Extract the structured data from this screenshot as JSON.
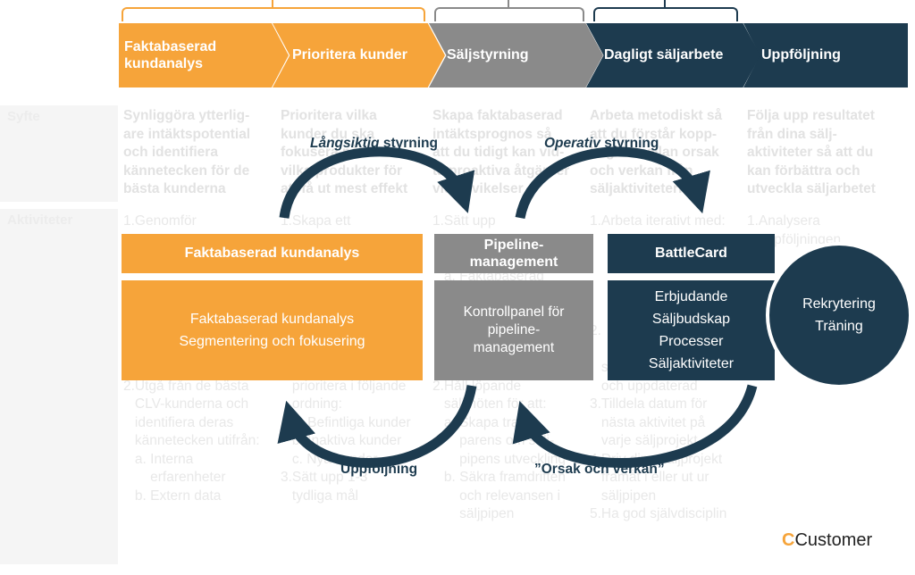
{
  "colors": {
    "orange": "#f6a43a",
    "gray": "#8a8a8a",
    "navy": "#1d3b4f",
    "faint_text": "#e8e8e8"
  },
  "phases": [
    {
      "label": "Faktabaserad\nkundanalys",
      "color": "#f6a43a"
    },
    {
      "label": "Prioritera kunder",
      "color": "#f6a43a"
    },
    {
      "label": "Säljstyrning",
      "color": "#8a8a8a"
    },
    {
      "label": "Dagligt säljarbete",
      "color": "#1d3b4f"
    },
    {
      "label": "Uppföljning",
      "color": "#1d3b4f"
    }
  ],
  "row_labels": {
    "syfte": "Syfte",
    "aktiviteter": "Aktiviteter"
  },
  "background": {
    "syfte": [
      "Synliggöra ytterlig-\nare intäktspotential\noch identifiera\nkännetecken för de\nbästa kunderna",
      "Prioritera vilka\nkunder du ska\nfokusera på med\nvilka produkter för\natt få ut mest effekt",
      "Skapa faktabaserad\nintäktsprognos så\natt du tidigt kan vid-\nta proaktiva åtgärder\nvid avvikelser",
      "Arbeta metodiskt så\natt du förstår kopp-\nlingen mellan orsak\noch verkan från\nsäljaktiviteterna",
      "Följa upp resultatet\nfrån dina sälj-\naktiviteter så att du\nkan förbättra och\nutveckla säljarbetet"
    ],
    "aktiviteter": [
      "1.Genomför\n\n   nya perspektiv:\n\n\n\n\n   c. CLV \"Customer\n       Lifetime Value\"\n2.Utgå från de bästa\n   CLV-kunderna och\n   identifiera deras\n   kännetecken utifrån:\n   a. Interna\n       erfarenheter\n   b. Extern data",
      "1.Skapa ett\n\n   snabbkab\n\n\n\n\n\n2.Använd rastret och\n   prioritera i följande\n   ordning:\n   a. Befintliga kunder\n   b. Inaktiva kunder\n   c. Nya kunder\n3.Sätt upp 1-3\n   tydliga mål",
      "1.Sätt upp\n\n\n   a. Faktabaserad\n\n\n\n\n   Kvalitet\n2.Håll löpande\n   säljmöten för att:\n   a. Skapa trans-\n       parens om sälj-\n       pipens utveckling\n   b. Säkra framdriften\n       och relevansen i\n       säljpipen",
      "1.Arbeta iterativt med:\n\n\n\n\n\n2.\n\n   säljpipe är relevant\n   och uppdaterad\n3.Tilldela datum för\n   nästa aktivitet på\n   varje säljprojekt\n4.Driv dina säljprojekt\n   framåt i eller ut ur\n   säljpipen\n5.Ha god självdisciplin",
      "1.Analysera\n   uppföljningen\n\n\n\n\n\n\n\n\n\n\n\n\n\n"
    ]
  },
  "boxes": {
    "kundanalys_title": "Faktabaserad kundanalys",
    "kundanalys_lines": [
      "Faktabaserad kundanalys",
      "Segmentering och fokusering"
    ],
    "pipeline_title": "Pipeline-\nmanagement",
    "pipeline_body": "Kontrollpanel för\npipeline-\nmanagement",
    "battlecard_title": "BattleCard",
    "battlecard_lines": [
      "Erbjudande",
      "Säljbudskap",
      "Processer",
      "Säljaktiviteter"
    ],
    "circle_lines": [
      "Rekrytering",
      "Träning"
    ]
  },
  "arrow_labels": {
    "langsiktig_italic": "Långsiktig",
    "langsiktig_rest": " styrning",
    "operativ_italic": "Operativ",
    "operativ_rest": " styrning",
    "uppfoljning": "Uppföljning",
    "orsak": "”Orsak och verkan”"
  },
  "logo": {
    "c": "C",
    "rest": "Customer"
  }
}
